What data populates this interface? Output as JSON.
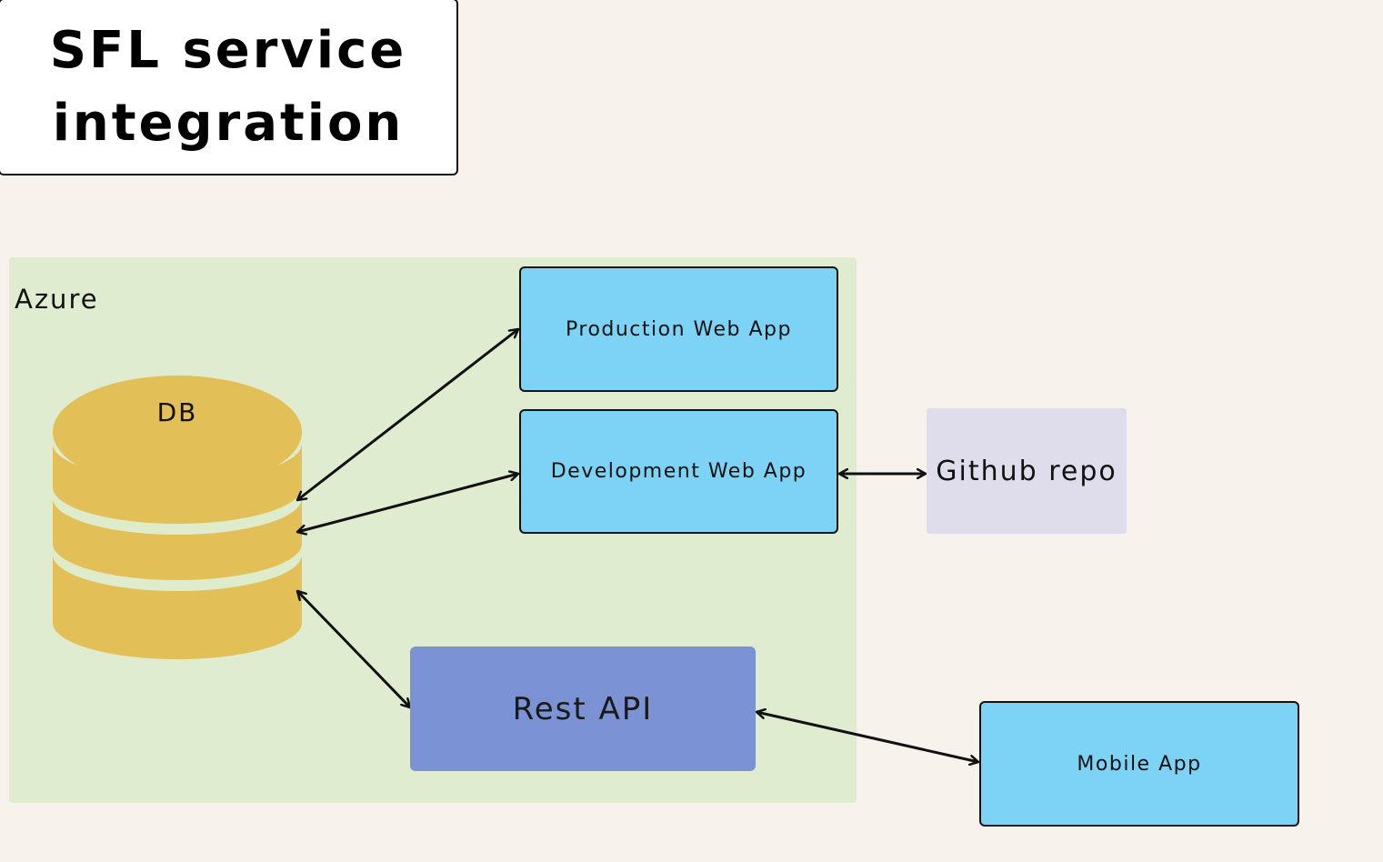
{
  "title": "SFL service\nintegration",
  "region": {
    "label": "Azure"
  },
  "nodes": {
    "db": "DB",
    "production": "Production Web App",
    "development": "Development Web App",
    "github": "Github repo",
    "rest_api": "Rest API",
    "mobile": "Mobile App"
  },
  "colors": {
    "background": "#f7f2eb",
    "azure_region": "#e0ecd0",
    "app_box": "#7dd3f5",
    "rest_api": "#7b93d4",
    "github": "#dfdcec",
    "db_fill": "#e3bf57",
    "db_band": "#dfeccc"
  },
  "connections": [
    {
      "from": "db",
      "to": "production",
      "direction": "bidirectional"
    },
    {
      "from": "db",
      "to": "development",
      "direction": "bidirectional"
    },
    {
      "from": "db",
      "to": "rest_api",
      "direction": "bidirectional"
    },
    {
      "from": "development",
      "to": "github",
      "direction": "bidirectional"
    },
    {
      "from": "rest_api",
      "to": "mobile",
      "direction": "bidirectional"
    }
  ]
}
